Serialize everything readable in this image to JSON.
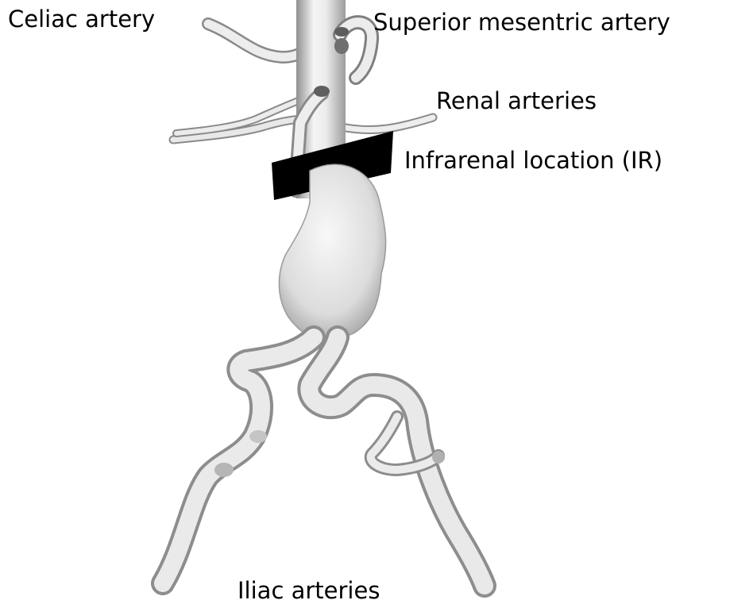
{
  "labels": {
    "celiac": "Celiac artery",
    "sma": "Superior mesentric artery",
    "renal": "Renal arteries",
    "infrarenal": "Infrarenal location (IR)",
    "iliac": "Iliac arteries"
  },
  "colors": {
    "vessel_fill": "#e4e4e4",
    "vessel_shadow": "#9a9a9a",
    "marker": "#000000",
    "text": "#000000"
  }
}
